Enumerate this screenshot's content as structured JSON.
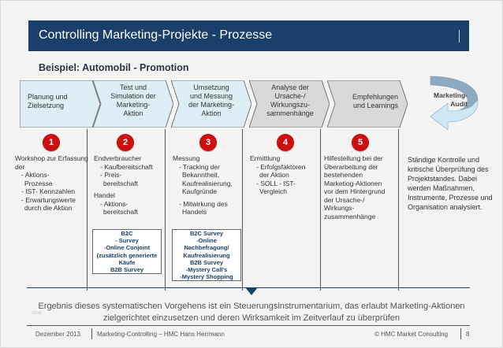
{
  "header": {
    "title": "Controlling Marketing-Projekte - Prozesse"
  },
  "subtitle": "Beispiel: Automobil - Promotion",
  "colors": {
    "title_bg": "#1a3f6a",
    "chevron_blue": "#ddeef6",
    "chevron_grey": "#d9d9d9",
    "number_red": "#cc1010"
  },
  "process": [
    {
      "label_lines": [
        "Planung und",
        "Zielsetzung"
      ],
      "style": "blue"
    },
    {
      "label_lines": [
        "Test und",
        "Simulation der",
        "Marketing-",
        "Aktion"
      ],
      "style": "blue"
    },
    {
      "label_lines": [
        "Umsetzung",
        "und Messung",
        "der Marketing-",
        "Aktion"
      ],
      "style": "blue"
    },
    {
      "label_lines": [
        "Analyse der",
        "Ursache-/",
        "Wirkungszu-",
        "sammenhänge"
      ],
      "style": "grey"
    },
    {
      "label_lines": [
        "Empfehlungen",
        "und Learnings"
      ],
      "style": "grey"
    }
  ],
  "audit": {
    "label_lines": [
      "Marketing-",
      "Audit"
    ]
  },
  "steps": [
    {
      "number": "1",
      "lines": [
        "Workshop zur Erfassung",
        "der",
        "- Aktions-",
        "  Prozesse",
        "- IST- Kennzahlen",
        "- Erwartungswerte",
        "  durch die Aktion"
      ]
    },
    {
      "number": "2",
      "lines": [
        "Endverbraucher",
        "- Kaufbereitschaft",
        "- Preis-",
        "  bereitschaft",
        "",
        "Handel",
        "- Aktions-",
        "  bereitschaft"
      ],
      "box": [
        "B2C",
        "- Survey",
        "-Online Conjoint",
        "(zusätzlich generierte",
        "Käufe",
        "B2B Survey"
      ]
    },
    {
      "number": "3",
      "lines": [
        "Messung",
        "- Tracking der",
        "  Bekanntheit,",
        "  Kaufrealisierung,",
        "  Kaufgründe",
        "",
        "- Mitwirkung des",
        "  Handels"
      ],
      "box": [
        "B2C Survey",
        "-Online",
        "Nachbefragung/",
        "Kaufrealisierung",
        "B2B Survey",
        "-Mystery Call's",
        "-Mystery Shopping"
      ]
    },
    {
      "number": "4",
      "lines": [
        "Ermittlung",
        "- Erfolgsfaktoren",
        "  der Aktion",
        "- SOLL - IST-",
        "  Vergleich"
      ]
    },
    {
      "number": "5",
      "lines": [
        "Hilfestellung bei der",
        "Überarbeitung der",
        "bestehenden",
        "Marketiog-Aktionen",
        "vor dem Hintergrund",
        "der Ursache-/",
        "Wirkungs-",
        "zusammenhänge"
      ]
    }
  ],
  "side_note": "Ständige Kontrolle und kritische Überprüfung des Projektstandes. Dabei werden Maßnahmen, Instrumente, Prozesse und Organisation analysiert.",
  "result": "Ergebnis dieses systematischen Vorgehens ist ein Steuerungsinstrumentarium, das erlaubt Marketing-Aktionen zielgerichtet einzusetzen und deren Wirksamkeit im Zeitverlauf zu überprüfen",
  "watermark": "blog",
  "footer": {
    "date": "Dezember 2013",
    "course": "Marketing-Controlling – HMC Hans Herrmann",
    "copyright": "© HMC Market Consulting",
    "page": "8"
  }
}
